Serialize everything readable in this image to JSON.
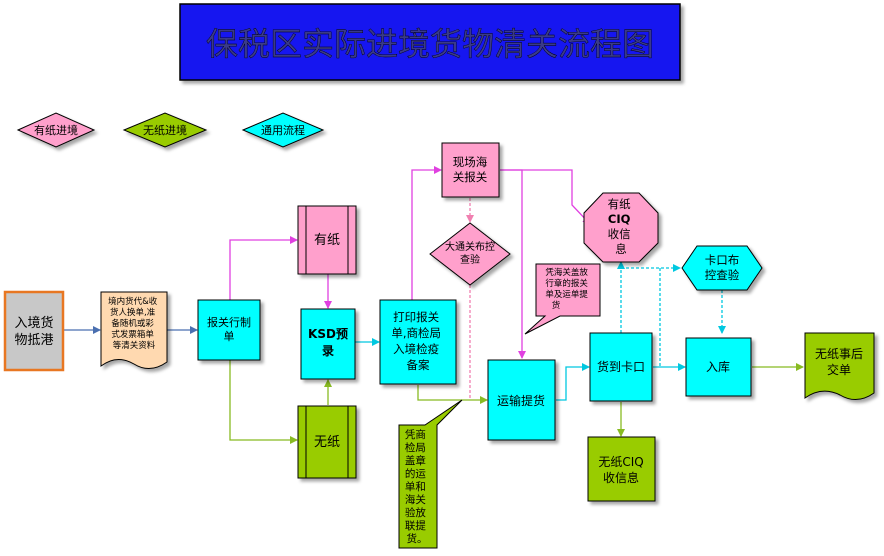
{
  "title": "保税区实际进境货物清关流程图",
  "legend": {
    "paper": "有纸进境",
    "paperless": "无纸进境",
    "common": "通用流程"
  },
  "nodes": {
    "arrival": [
      "入境货",
      "物抵港"
    ],
    "docs": [
      "境内货代&收",
      "货人换单,准",
      "备随机或彩",
      "式发票箱单",
      "等清关资料"
    ],
    "declare": [
      "报关行制",
      "单"
    ],
    "paper": "有纸",
    "ksd": [
      "KSD预",
      "录"
    ],
    "paperless": "无纸",
    "print": [
      "打印报关",
      "单,商检局",
      "入境检疫",
      "备案"
    ],
    "onsite": [
      "现场海",
      "关报关"
    ],
    "inspect_big": [
      "大通关布控",
      "查验"
    ],
    "ciq_paper": [
      "有纸",
      "CIQ",
      "收信",
      "息"
    ],
    "note_stamp": [
      "凭海关盖放",
      "行章的报关",
      "单及运单提",
      "货"
    ],
    "transport": "运输提货",
    "checkpoint": "货到卡口",
    "checkpoint_inspect": [
      "卡口布",
      "控查验"
    ],
    "warehouse": "入库",
    "final": [
      "无纸事后",
      "交单"
    ],
    "ciq_paperless": [
      "无纸CIQ",
      "收信息"
    ],
    "note_bureau": [
      "凭商",
      "检局",
      "盖章",
      "的运",
      "单和",
      "海关",
      "验放",
      "联提",
      "货。"
    ]
  },
  "colors": {
    "title_bg": "#1414F0",
    "pink": "#FFA0CC",
    "green": "#99CC00",
    "cyan": "#00FFFF",
    "peach": "#FFD9B0",
    "grey": "#C8C8C8"
  }
}
